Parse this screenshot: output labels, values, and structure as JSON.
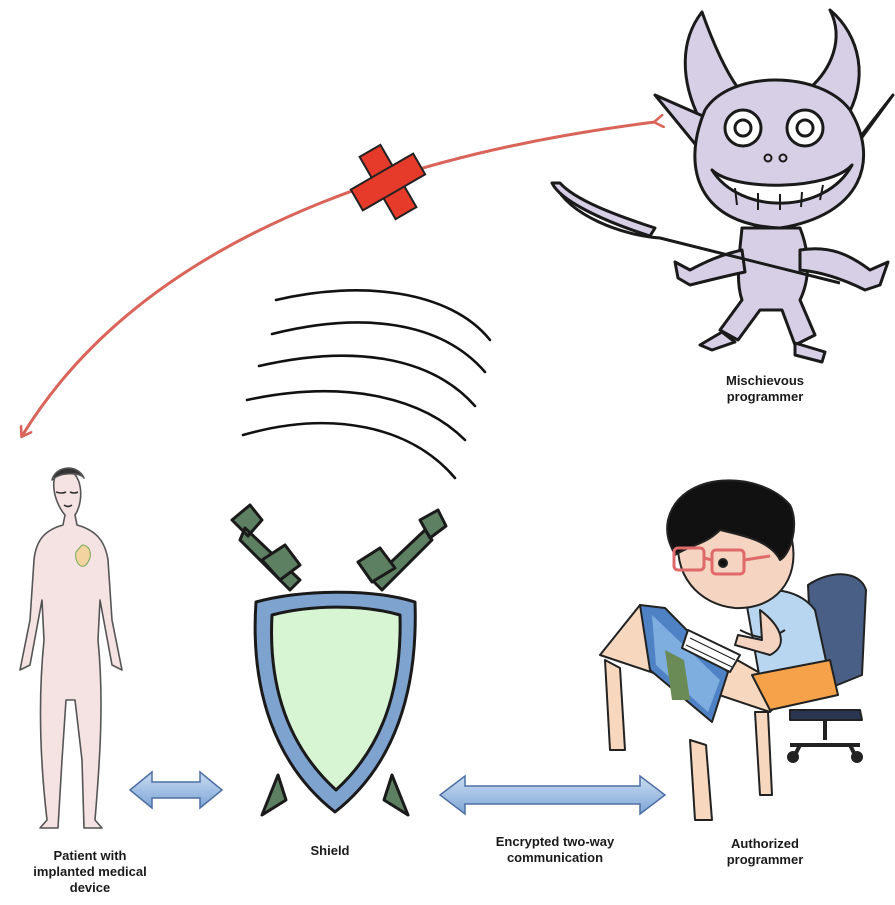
{
  "labels": {
    "patient": "Patient with\nimplanted medical\ndevice",
    "shield": "Shield",
    "communication": "Encrypted two-way\ncommunication",
    "authorized": "Authorized\nprogrammer",
    "mischievous": "Mischievous\nprogrammer"
  },
  "colors": {
    "attack_arrow": "#d9645a",
    "block_cross": "#e63a2a",
    "double_arrow": "#8fb2dc",
    "shield_body": "#d7f5d3",
    "shield_rim": "#7ea3cf",
    "swords": "#5e8062",
    "devil": "#d7cfe6",
    "skin": "#f5e3e3"
  }
}
